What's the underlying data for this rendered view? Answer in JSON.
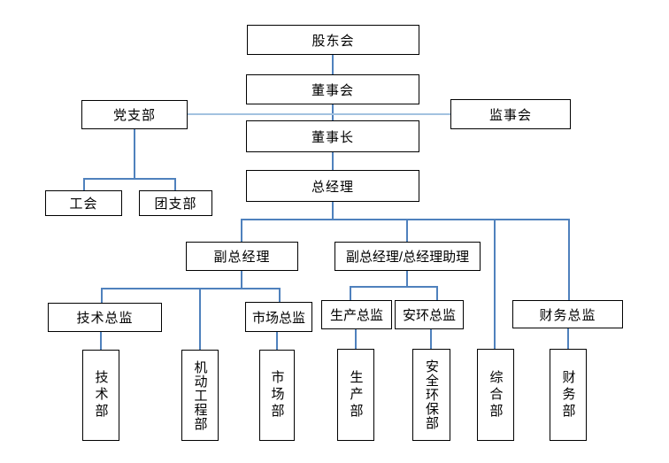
{
  "diagram": {
    "type": "org-chart",
    "colors": {
      "connector": "#4f81bd",
      "connector_light": "#a3c2e0",
      "box_border": "#000000",
      "box_fill": "#ffffff",
      "text": "#000000",
      "background": "#ffffff"
    },
    "nodes": {
      "shareholders": {
        "label": "股东会"
      },
      "board": {
        "label": "董事会"
      },
      "party_branch": {
        "label": "党支部"
      },
      "supervisory_board": {
        "label": "监事会"
      },
      "chairman": {
        "label": "董事长"
      },
      "general_manager": {
        "label": "总经理"
      },
      "labor_union": {
        "label": "工会"
      },
      "youth_league": {
        "label": "团支部"
      },
      "deputy_gm": {
        "label": "副总经理"
      },
      "deputy_gm_assistant": {
        "label": "副总经理/总经理助理"
      },
      "tech_director": {
        "label": "技术总监"
      },
      "marketing_director": {
        "label": "市场总监"
      },
      "production_director": {
        "label": "生产总监"
      },
      "safety_env_director": {
        "label": "安环总监"
      },
      "finance_director": {
        "label": "财务总监"
      },
      "tech_dept": {
        "label": "技术部"
      },
      "mech_eng_dept": {
        "label": "机动工程部"
      },
      "marketing_dept": {
        "label": "市场部"
      },
      "production_dept": {
        "label": "生产部"
      },
      "safety_env_dept": {
        "label": "安全环保部"
      },
      "general_dept": {
        "label": "综合部"
      },
      "finance_dept": {
        "label": "财务部"
      }
    },
    "edges": [
      {
        "from": "shareholders",
        "to": "board"
      },
      {
        "from": "board",
        "to": "chairman"
      },
      {
        "from": "chairman",
        "to": "general_manager"
      },
      {
        "from": "party_branch",
        "to": "supervisory_board",
        "type": "cross-link"
      },
      {
        "from": "party_branch",
        "to": "labor_union"
      },
      {
        "from": "party_branch",
        "to": "youth_league"
      },
      {
        "from": "general_manager",
        "to": "deputy_gm"
      },
      {
        "from": "general_manager",
        "to": "deputy_gm_assistant"
      },
      {
        "from": "general_manager",
        "to": "general_dept"
      },
      {
        "from": "general_manager",
        "to": "finance_director"
      },
      {
        "from": "deputy_gm",
        "to": "tech_director"
      },
      {
        "from": "deputy_gm",
        "to": "mech_eng_dept"
      },
      {
        "from": "deputy_gm",
        "to": "marketing_director"
      },
      {
        "from": "deputy_gm_assistant",
        "to": "production_director"
      },
      {
        "from": "deputy_gm_assistant",
        "to": "safety_env_director"
      },
      {
        "from": "tech_director",
        "to": "tech_dept"
      },
      {
        "from": "marketing_director",
        "to": "marketing_dept"
      },
      {
        "from": "production_director",
        "to": "production_dept"
      },
      {
        "from": "safety_env_director",
        "to": "safety_env_dept"
      },
      {
        "from": "finance_director",
        "to": "finance_dept"
      }
    ]
  }
}
